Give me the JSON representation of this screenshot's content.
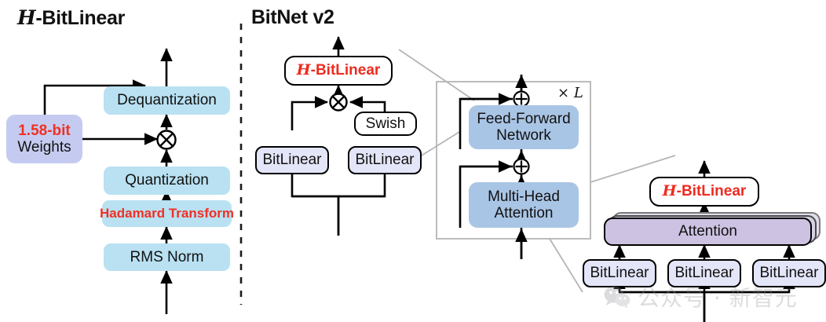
{
  "figure": {
    "background": "#ffffff",
    "divider": {
      "name": "panel-divider",
      "style": "dashed-vertical"
    }
  },
  "panels": [
    {
      "id": "h-bitlinear",
      "title_prefix": "H",
      "title_suffix": "-BitLinear"
    },
    {
      "id": "bitnet-v2",
      "title": "BitNet v2"
    }
  ],
  "left_panel": {
    "nodes": [
      {
        "name": "dequantization-block",
        "label": "Dequantization",
        "color": "#b9e1f2"
      },
      {
        "name": "weights-block",
        "label_top": "1.58-bit",
        "label_bottom": "Weights",
        "color": "#c5cbf0",
        "accent": "#ef3124"
      },
      {
        "name": "multiply-operator",
        "label": "⊗"
      },
      {
        "name": "quantization-block",
        "label": "Quantization",
        "color": "#b9e1f2"
      },
      {
        "name": "hadamard-block",
        "label": "Hadamard Transform",
        "color": "#b9e1f2",
        "accent": "#ef3124"
      },
      {
        "name": "rms-norm-block",
        "label": "RMS Norm",
        "color": "#b9e1f2"
      }
    ]
  },
  "middle_panel": {
    "ffn_sub": {
      "hbitlinear": {
        "name": "hbitlinear-ffn",
        "prefix": "H",
        "suffix": "-BitLinear",
        "accent": "#ee2b20"
      },
      "multiply": {
        "name": "multiply-operator-ffn",
        "label": "⊗"
      },
      "swish": {
        "name": "swish-block",
        "label": "Swish"
      },
      "bitlinear_left": {
        "name": "bitlinear-left",
        "label": "BitLinear"
      },
      "bitlinear_right": {
        "name": "bitlinear-right",
        "label": "BitLinear"
      }
    }
  },
  "transformer_block": {
    "repeat_label_times": "×",
    "repeat_label_count": "L",
    "add_top": {
      "name": "residual-add-ffn",
      "label": "⊕"
    },
    "add_bottom": {
      "name": "residual-add-attention",
      "label": "⊕"
    },
    "ffn": {
      "name": "feed-forward-network-block",
      "line1": "Feed-Forward",
      "line2": "Network",
      "color": "#a9c5e5"
    },
    "mha": {
      "name": "multi-head-attention-block",
      "line1": "Multi-Head",
      "line2": "Attention",
      "color": "#a9c5e5"
    }
  },
  "right_panel": {
    "hbitlinear": {
      "name": "hbitlinear-attention",
      "prefix": "H",
      "suffix": "-BitLinear",
      "accent": "#ee2b20"
    },
    "attention": {
      "name": "attention-block",
      "label": "Attention",
      "color": "#cdc2e2"
    },
    "projections": [
      {
        "name": "bitlinear-query",
        "label": "BitLinear"
      },
      {
        "name": "bitlinear-key",
        "label": "BitLinear"
      },
      {
        "name": "bitlinear-value",
        "label": "BitLinear"
      }
    ]
  },
  "watermark": {
    "name": "wechat-watermark",
    "text": "公众号 · 新智元",
    "logo": "wechat-icon"
  }
}
